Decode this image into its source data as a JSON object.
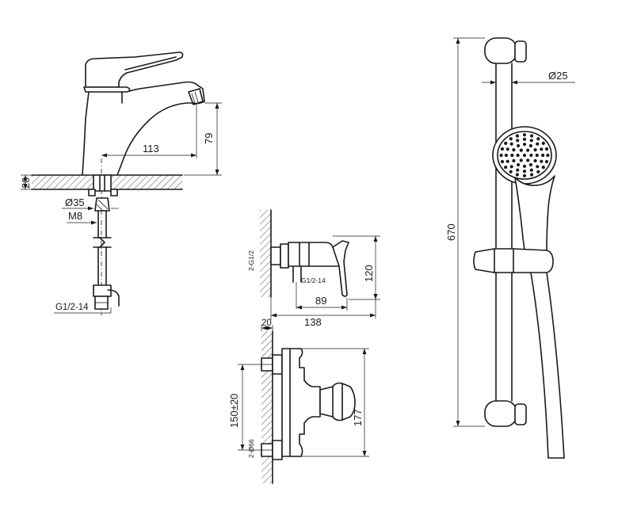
{
  "basin_mixer": {
    "spout_reach": "113",
    "spout_height": "79",
    "counter_thickness": "20",
    "hole_diameter": "Ø35",
    "stud_thread": "M8",
    "hose_connection": "G1/2-14"
  },
  "wall_mixer_side": {
    "inlet_thread": "2-G1/2",
    "inlet_thread_small": "G1/2-14",
    "height": "120",
    "projection": "89",
    "total_depth": "138"
  },
  "wall_mixer_front": {
    "wall_offset": "20",
    "centres": "150±20",
    "eccentric_diameter": "2-Ø66",
    "total_height": "177"
  },
  "shower_rail": {
    "rail_length": "670",
    "rail_diameter": "Ø25"
  }
}
